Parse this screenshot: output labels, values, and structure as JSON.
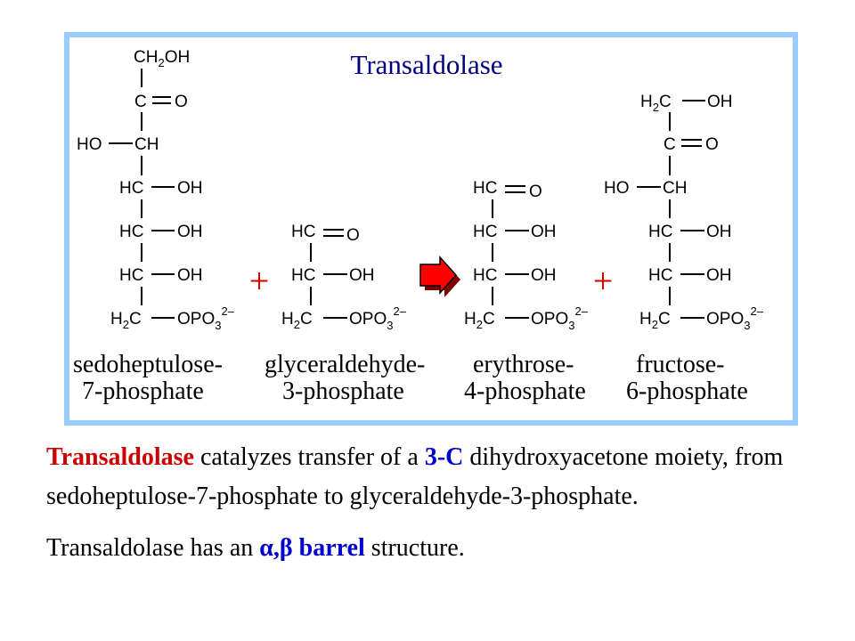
{
  "title": "Transaldolase",
  "colors": {
    "frame": "#99ccff",
    "title": "#000080",
    "plus": "#cc0000",
    "arrow": "#ff0000",
    "highlight_red": "#cc0000",
    "highlight_blue": "#0000cc"
  },
  "molecules": {
    "sedoheptulose": {
      "r1": "CH",
      "r1_sub": "2",
      "r1_tail": "OH",
      "c": "C",
      "o": "O",
      "ho": "HO",
      "ch": "CH",
      "hc1": "HC",
      "oh1": "OH",
      "hc2": "HC",
      "oh2": "OH",
      "hc3": "HC",
      "oh3": "OH",
      "h2c_h": "H",
      "h2c_sub": "2",
      "h2c_c": "C",
      "opo": "OPO",
      "opo_sub": "3",
      "charge": "2–",
      "name_line1": "sedoheptulose-",
      "name_line2": "7-phosphate"
    },
    "glyceraldehyde": {
      "hc_top": "HC",
      "o": "O",
      "hc": "HC",
      "oh": "OH",
      "h2c_h": "H",
      "h2c_sub": "2",
      "h2c_c": "C",
      "opo": "OPO",
      "opo_sub": "3",
      "charge": "2–",
      "name_line1": "glyceraldehyde-",
      "name_line2": "3-phosphate"
    },
    "erythrose": {
      "hc_top": "HC",
      "o": "O",
      "hc1": "HC",
      "oh1": "OH",
      "hc2": "HC",
      "oh2": "OH",
      "h2c_h": "H",
      "h2c_sub": "2",
      "h2c_c": "C",
      "opo": "OPO",
      "opo_sub": "3",
      "charge": "2–",
      "name_line1": "erythrose-",
      "name_line2": "4-phosphate"
    },
    "fructose": {
      "h2c_top_h": "H",
      "h2c_top_sub": "2",
      "h2c_top_c": "C",
      "oh_top": "OH",
      "c": "C",
      "o": "O",
      "ho": "HO",
      "ch": "CH",
      "hc1": "HC",
      "oh1": "OH",
      "hc2": "HC",
      "oh2": "OH",
      "h2c_h": "H",
      "h2c_sub": "2",
      "h2c_c": "C",
      "opo": "OPO",
      "opo_sub": "3",
      "charge": "2–",
      "name_line1": "fructose-",
      "name_line2": "6-phosphate"
    }
  },
  "operators": {
    "plus1": "+",
    "plus2": "+"
  },
  "caption": {
    "p1_strong_red": "Transaldolase",
    "p1_text_a": " catalyzes transfer of a ",
    "p1_strong_blue": "3-C",
    "p1_text_b": " dihydroxyacetone moiety, from sedoheptulose-7-phosphate to glyceraldehyde-3-phosphate.",
    "p2_text_a": "Transaldolase has an ",
    "p2_greek": "α,β",
    "p2_strong": " barrel",
    "p2_text_b": " structure."
  }
}
